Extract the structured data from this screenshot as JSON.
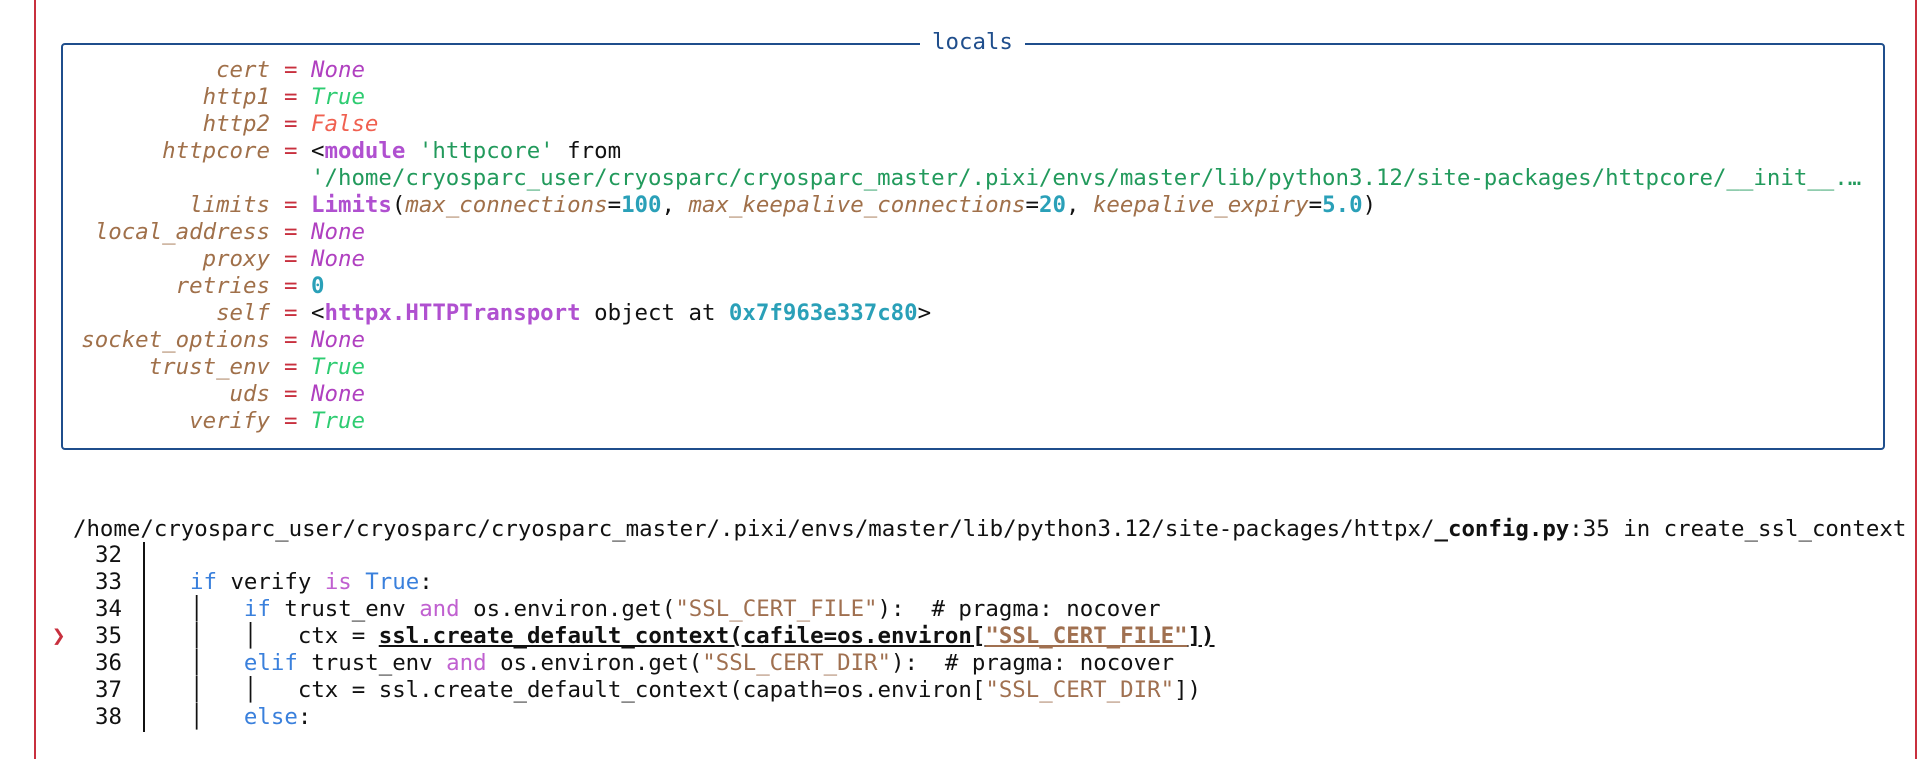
{
  "locals_panel": {
    "title": "locals",
    "rows": [
      {
        "key": "cert",
        "value": [
          [
            "None",
            "none"
          ]
        ]
      },
      {
        "key": "http1",
        "value": [
          [
            "True",
            "true"
          ]
        ]
      },
      {
        "key": "http2",
        "value": [
          [
            "False",
            "false"
          ]
        ]
      },
      {
        "key": "httpcore",
        "value": [
          [
            "<",
            "plain"
          ],
          [
            "module",
            "mod"
          ],
          [
            " ",
            "plain"
          ],
          [
            "'httpcore'",
            "str"
          ],
          [
            " from",
            "plain"
          ]
        ]
      },
      {
        "key": "",
        "value": [
          [
            "'/home/cryosparc_user/cryosparc/cryosparc_master/.pixi/envs/master/lib/python3.12/site-packages/httpcore/__init__.…",
            "str"
          ]
        ]
      },
      {
        "key": "limits",
        "value": [
          [
            "Limits",
            "mod"
          ],
          [
            "(",
            "plain"
          ],
          [
            "max_connections",
            "k2"
          ],
          [
            "=",
            "plain"
          ],
          [
            "100",
            "num"
          ],
          [
            ", ",
            "plain"
          ],
          [
            "max_keepalive_connections",
            "k2"
          ],
          [
            "=",
            "plain"
          ],
          [
            "20",
            "num"
          ],
          [
            ", ",
            "plain"
          ],
          [
            "keepalive_expiry",
            "k2"
          ],
          [
            "=",
            "plain"
          ],
          [
            "5.0",
            "num"
          ],
          [
            ")",
            "plain"
          ]
        ]
      },
      {
        "key": "local_address",
        "value": [
          [
            "None",
            "none"
          ]
        ]
      },
      {
        "key": "proxy",
        "value": [
          [
            "None",
            "none"
          ]
        ]
      },
      {
        "key": "retries",
        "value": [
          [
            "0",
            "num"
          ]
        ]
      },
      {
        "key": "self",
        "value": [
          [
            "<",
            "plain"
          ],
          [
            "httpx.HTTPTransport",
            "mod"
          ],
          [
            " object at ",
            "plain"
          ],
          [
            "0x7f963e337c80",
            "num"
          ],
          [
            ">",
            "plain"
          ]
        ]
      },
      {
        "key": "socket_options",
        "value": [
          [
            "None",
            "none"
          ]
        ]
      },
      {
        "key": "trust_env",
        "value": [
          [
            "True",
            "true"
          ]
        ]
      },
      {
        "key": "uds",
        "value": [
          [
            "None",
            "none"
          ]
        ]
      },
      {
        "key": "verify",
        "value": [
          [
            "True",
            "true"
          ]
        ]
      }
    ]
  },
  "frame": {
    "path": "/home/cryosparc_user/cryosparc/cryosparc_master/.pixi/envs/master/lib/python3.12/site-packages/httpx/",
    "file": "_config.py",
    "line_suffix": ":35 in create_ssl_context"
  },
  "code": {
    "error_marker": "❯",
    "lines": [
      {
        "num": "32",
        "segs": []
      },
      {
        "num": "33",
        "segs": [
          [
            "if",
            "kw"
          ],
          [
            " verify ",
            "plain"
          ],
          [
            "is",
            "op"
          ],
          [
            " ",
            "plain"
          ],
          [
            "True",
            "kw"
          ],
          [
            ":",
            "plain"
          ]
        ]
      },
      {
        "num": "34",
        "segs": [
          [
            "│   ",
            "guide"
          ],
          [
            "if",
            "kw"
          ],
          [
            " trust_env ",
            "plain"
          ],
          [
            "and",
            "op"
          ],
          [
            " os.environ.get(",
            "plain"
          ],
          [
            "\"SSL_CERT_FILE\"",
            "cstr"
          ],
          [
            "):  # pragma: nocover",
            "plain"
          ]
        ]
      },
      {
        "num": "35",
        "segs": [
          [
            "│   │   ",
            "guide"
          ],
          [
            "ctx = ",
            "plain"
          ],
          [
            "ssl.create_default_context(cafile=os.environ[",
            "hl"
          ],
          [
            "\"SSL_CERT_FILE\"",
            "hls"
          ],
          [
            "])",
            "hl"
          ]
        ]
      },
      {
        "num": "36",
        "segs": [
          [
            "│   ",
            "guide"
          ],
          [
            "elif",
            "kw"
          ],
          [
            " trust_env ",
            "plain"
          ],
          [
            "and",
            "op"
          ],
          [
            " os.environ.get(",
            "plain"
          ],
          [
            "\"SSL_CERT_DIR\"",
            "cstr"
          ],
          [
            "):  # pragma: nocover",
            "plain"
          ]
        ]
      },
      {
        "num": "37",
        "segs": [
          [
            "│   │   ",
            "guide"
          ],
          [
            "ctx = ssl.create_default_context(capath=os.environ[",
            "plain"
          ],
          [
            "\"SSL_CERT_DIR\"",
            "cstr"
          ],
          [
            "])",
            "plain"
          ]
        ]
      },
      {
        "num": "38",
        "segs": [
          [
            "│   ",
            "guide"
          ],
          [
            "else",
            "kw"
          ],
          [
            ":",
            "plain"
          ]
        ]
      }
    ]
  }
}
